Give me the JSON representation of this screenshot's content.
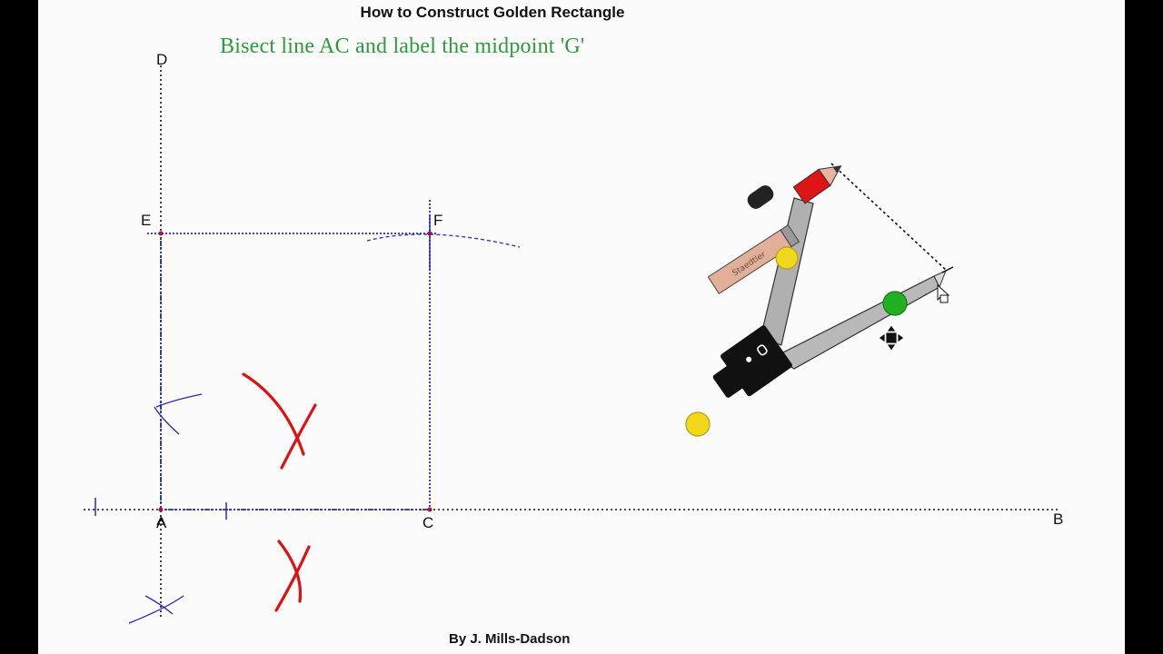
{
  "title": "How to Construct Golden Rectangle",
  "instruction": "Bisect line AC and label the midpoint 'G'",
  "credit": "By J. Mills-Dadson",
  "points": {
    "A": "A",
    "B": "B",
    "C": "C",
    "D": "D",
    "E": "E",
    "F": "F"
  },
  "tool": {
    "name": "compass",
    "pencil_brand": "Staedtler"
  },
  "colors": {
    "instruction": "#2e9a3a",
    "construction_line": "#2a2ab0",
    "bisector_arcs": "#e01010",
    "background": "#fbfbfb",
    "compass_handle_dot": "#f2d81a",
    "compass_pivot_dot": "#22b022"
  },
  "icons": [
    "move-cursor-icon",
    "pointer-cursor-icon"
  ]
}
